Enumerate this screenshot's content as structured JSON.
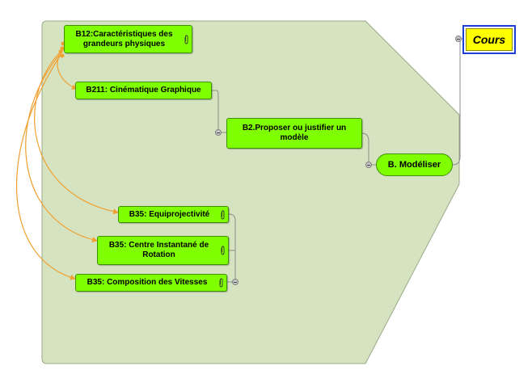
{
  "nodes": {
    "b12": {
      "label": "B12:Caractéristiques des grandeurs physiques"
    },
    "b211": {
      "label": "B211: Cinématique Graphique"
    },
    "b2": {
      "label": "B2.Proposer ou justifier un modèle"
    },
    "b_modeliser": {
      "label": "B. Modéliser"
    },
    "cours": {
      "label": "Cours"
    },
    "b35_equi": {
      "label": "B35: Equiprojectivité"
    },
    "b35_cir": {
      "label": "B35: Centre Instantané de Rotation"
    },
    "b35_comp": {
      "label": "B35: Composition des Vitesses"
    }
  },
  "colors": {
    "boundary_fill": "#d5e3c0",
    "boundary_stroke": "#9aa98a",
    "node_fill": "#7fff00",
    "node_border": "#3f8f00",
    "relation_arrow": "#f0a030",
    "connector": "#8c8c8c",
    "cours_fill": "#ffff00",
    "cours_border": "#1e3fd6"
  },
  "icons": [
    "attachment-icon",
    "collapse-knob-icon"
  ]
}
